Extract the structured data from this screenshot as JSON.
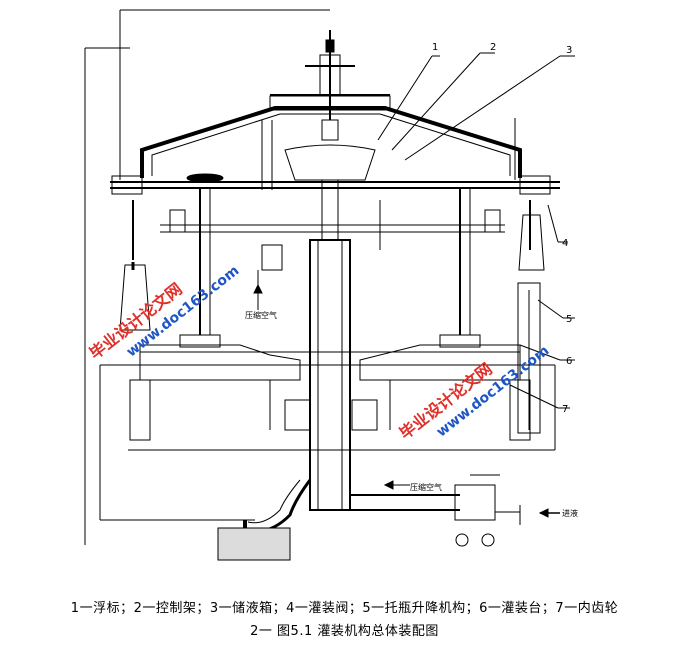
{
  "figure": {
    "part_numbers": [
      "1",
      "2",
      "3",
      "4",
      "5",
      "6",
      "7"
    ],
    "annotation_air_left": "压缩空气",
    "annotation_air_bottom": "压缩空气",
    "annotation_liquid": "进液"
  },
  "watermarks": [
    {
      "text_cn": "毕业设计论文网",
      "text_url": "www.doc163.com"
    },
    {
      "text_cn": "毕业设计论文网",
      "text_url": "www.doc163.com"
    }
  ],
  "legend": "1一浮标；2一控制架；3一储液箱；4一灌装阀；5一托瓶升降机构；6一灌装台；7一内齿轮",
  "caption": "2一 图5.1  灌装机构总体装配图"
}
